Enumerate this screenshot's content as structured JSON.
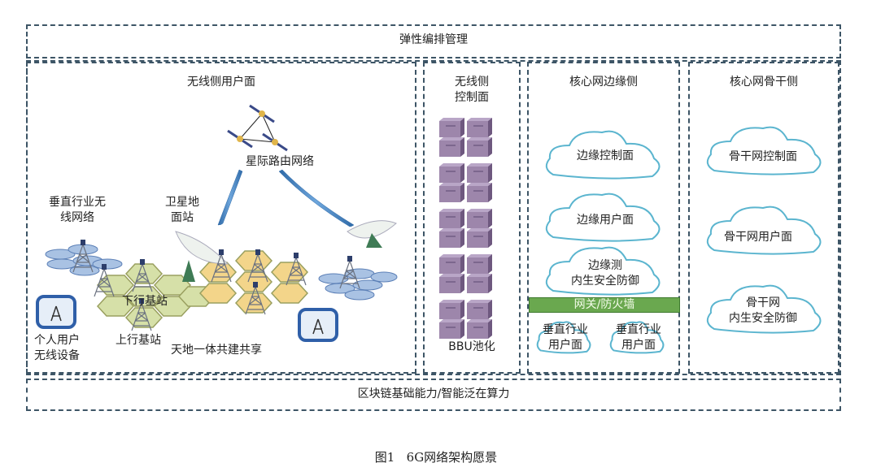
{
  "top_bar": {
    "label": "弹性编排管理"
  },
  "bottom_bar": {
    "label": "区块链基础能力/智能泛在算力"
  },
  "caption": {
    "figure": "图1",
    "title": "6G网络架构愿景"
  },
  "panels": {
    "wireless_user_plane": {
      "title": "无线侧用户面",
      "labels": {
        "interstellar": "星际路由网络",
        "vertical_wireless": "垂直行业无\n线网络",
        "satellite_ground": "卫星地\n面站",
        "downlink_bs": "下行基站",
        "uplink_bs": "上行基站",
        "personal_device": "个人用户\n无线设备",
        "integration": "天地一体共建共享"
      }
    },
    "wireless_control_plane": {
      "title": "无线侧\n控制面",
      "pool_label": "BBU池化"
    },
    "core_edge": {
      "title": "核心网边缘侧",
      "clouds": [
        "边缘控制面",
        "边缘用户面",
        "边缘测\n内生安全防御"
      ],
      "gateway": "网关/防火墙",
      "vertical_clouds": [
        "垂直行业\n用户面",
        "垂直行业\n用户面"
      ]
    },
    "core_backbone": {
      "title": "核心网骨干侧",
      "clouds": [
        "骨干网控制面",
        "骨干网用户面",
        "骨干网\n内生安全防御"
      ]
    }
  },
  "colors": {
    "dash_border": "#3d5566",
    "gateway_green": "#6aa84f",
    "cloud_stroke": "#5bb5cf",
    "server_purple": "#9d86ab",
    "hex_green": "#d6e0a8",
    "hex_yellow": "#f3d58a",
    "hex_blue": "#a9c2e3",
    "beam_blue": "#4a86c5"
  }
}
